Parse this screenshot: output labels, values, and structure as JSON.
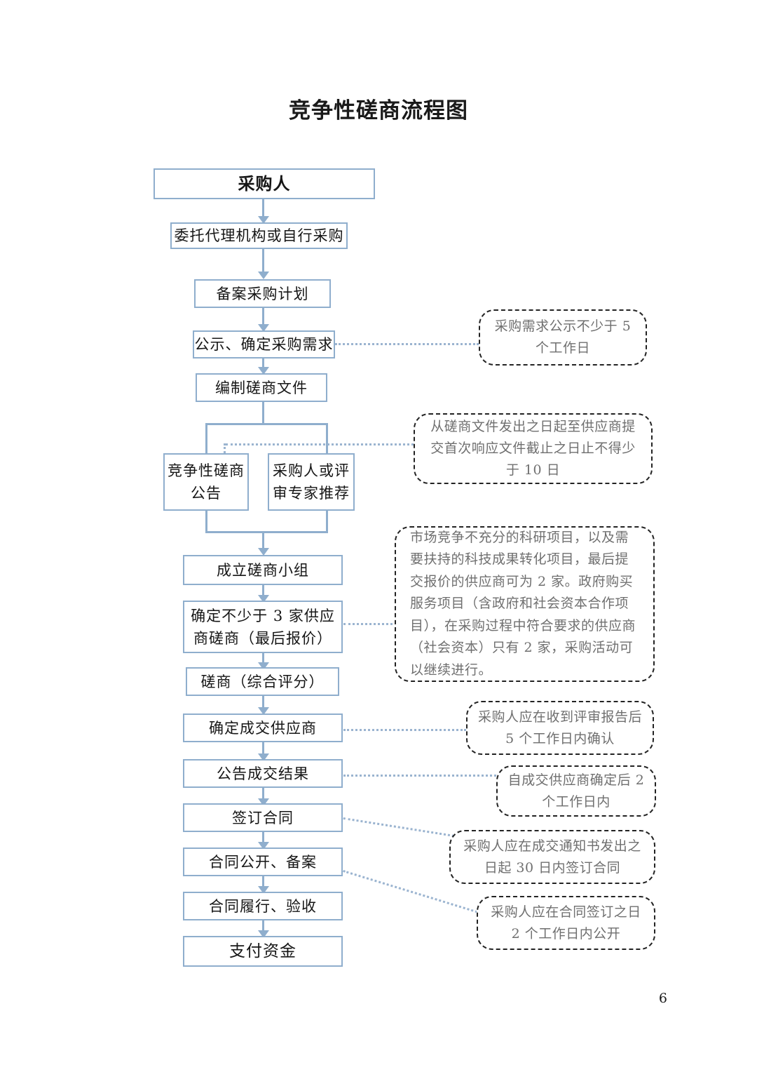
{
  "document": {
    "title": "竞争性磋商流程图",
    "page_number": "6"
  },
  "flow": {
    "nodes": [
      {
        "id": "caigouren",
        "label": "采购人"
      },
      {
        "id": "weituo",
        "label": "委托代理机构或自行采购"
      },
      {
        "id": "beian_jihua",
        "label": "备案采购计划"
      },
      {
        "id": "gongshi_xuqiu",
        "label": "公示、确定采购需求"
      },
      {
        "id": "bianzhi_wenjian",
        "label": "编制磋商文件"
      },
      {
        "id": "jingzhengxing_gonggao",
        "label": "竞争性磋商公告"
      },
      {
        "id": "zhuanjia_tuijian",
        "label": "采购人或评审专家推荐"
      },
      {
        "id": "chengli_xiaozu",
        "label": "成立磋商小组"
      },
      {
        "id": "queding_3jia",
        "label": "确定不少于 3 家供应商磋商（最后报价）"
      },
      {
        "id": "cuoshang_pingfen",
        "label": "磋商（综合评分）"
      },
      {
        "id": "queding_chengjiao",
        "label": "确定成交供应商"
      },
      {
        "id": "gonggao_jieguo",
        "label": "公告成交结果"
      },
      {
        "id": "qianding_hetong",
        "label": "签订合同"
      },
      {
        "id": "hetong_gongkai",
        "label": "合同公开、备案"
      },
      {
        "id": "hetong_lvxing",
        "label": "合同履行、验收"
      },
      {
        "id": "zhifu_zijin",
        "label": "支付资金"
      }
    ]
  },
  "callouts": [
    {
      "id": "note-gongshi",
      "text": "采购需求公示不少于 5 个工作日",
      "attached_to": "gongshi_xuqiu"
    },
    {
      "id": "note-wenjian",
      "text": "从磋商文件发出之日起至供应商提交首次响应文件截止之日止不得少于 10 日",
      "attached_to": "bianzhi_wenjian"
    },
    {
      "id": "note-3jia",
      "text": "市场竞争不充分的科研项目，以及需要扶持的科技成果转化项目，最后提交报价的供应商可为 2 家。政府购买服务项目（含政府和社会资本合作项目），在采购过程中符合要求的供应商（社会资本）只有 2 家，采购活动可以继续进行。",
      "attached_to": "queding_3jia"
    },
    {
      "id": "note-chengjiao",
      "text": "采购人应在收到评审报告后 5 个工作日内确认",
      "attached_to": "queding_chengjiao"
    },
    {
      "id": "note-jieguo",
      "text": "自成交供应商确定后 2 个工作日内",
      "attached_to": "gonggao_jieguo"
    },
    {
      "id": "note-hetong",
      "text": "采购人应在成交通知书发出之日起 30 日内签订合同",
      "attached_to": "qianding_hetong"
    },
    {
      "id": "note-gongkai",
      "text": "采购人应在合同签订之日 2 个工作日内公开",
      "attached_to": "hetong_gongkai"
    }
  ],
  "colors": {
    "box_border": "#8faecd",
    "connector": "#8faecd",
    "callout_border": "#232323",
    "callout_text": "#6f6f6f",
    "box_text": "#161616"
  }
}
